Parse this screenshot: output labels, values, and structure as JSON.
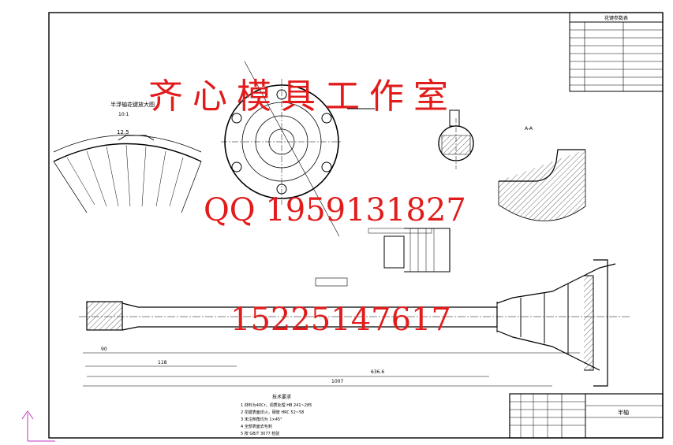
{
  "watermark": {
    "studio": "齐心模具工作室",
    "qq": "QQ   1959131827",
    "phone": "15225147617"
  },
  "labels": {
    "detail_title": "半浮轴花键放大图",
    "detail_scale": "10:1",
    "dim_12_5": "12.5",
    "section_note": "A-A",
    "dim_1007": "1007",
    "dim_118": "118",
    "dim_636": "636.6",
    "dim_90": "90",
    "notes_title": "技术要求",
    "note_lines": [
      "1  材料为40Cr，调质处理 HB 241~285",
      "2  花键表面淬火，硬度 HRC 52~58",
      "3  未注倒角均为 1×45°",
      "4  全部表面去毛刺",
      "5  按 GB/T 3077 检验"
    ],
    "title_block_name": "半轴",
    "table_title": "花键参数表"
  },
  "colors": {
    "line": "#000000",
    "watermark": "#e21b1b",
    "corner_arrow": "#c035c0"
  }
}
